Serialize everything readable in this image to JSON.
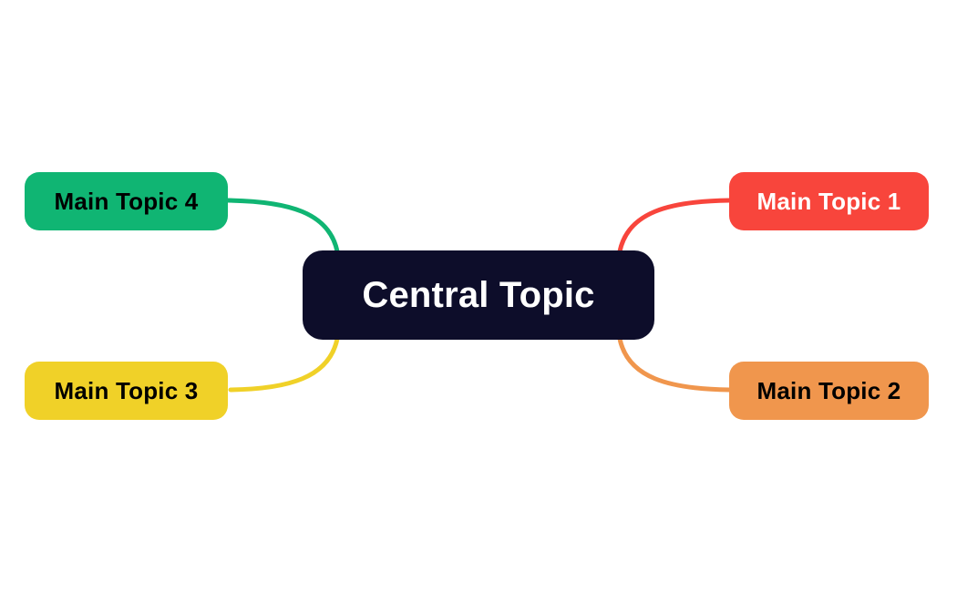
{
  "canvas": {
    "background": "#ffffff"
  },
  "central": {
    "label": "Central Topic",
    "color": "#0d0d2a",
    "text_color": "#ffffff"
  },
  "topics": [
    {
      "label": "Main Topic 1",
      "color": "#f8453c",
      "text_color": "#ffffff",
      "position": "top-right"
    },
    {
      "label": "Main Topic 2",
      "color": "#f0964d",
      "text_color": "#000000",
      "position": "bottom-right"
    },
    {
      "label": "Main Topic 3",
      "color": "#f0d128",
      "text_color": "#000000",
      "position": "bottom-left"
    },
    {
      "label": "Main Topic 4",
      "color": "#10b573",
      "text_color": "#000000",
      "position": "top-left"
    }
  ]
}
